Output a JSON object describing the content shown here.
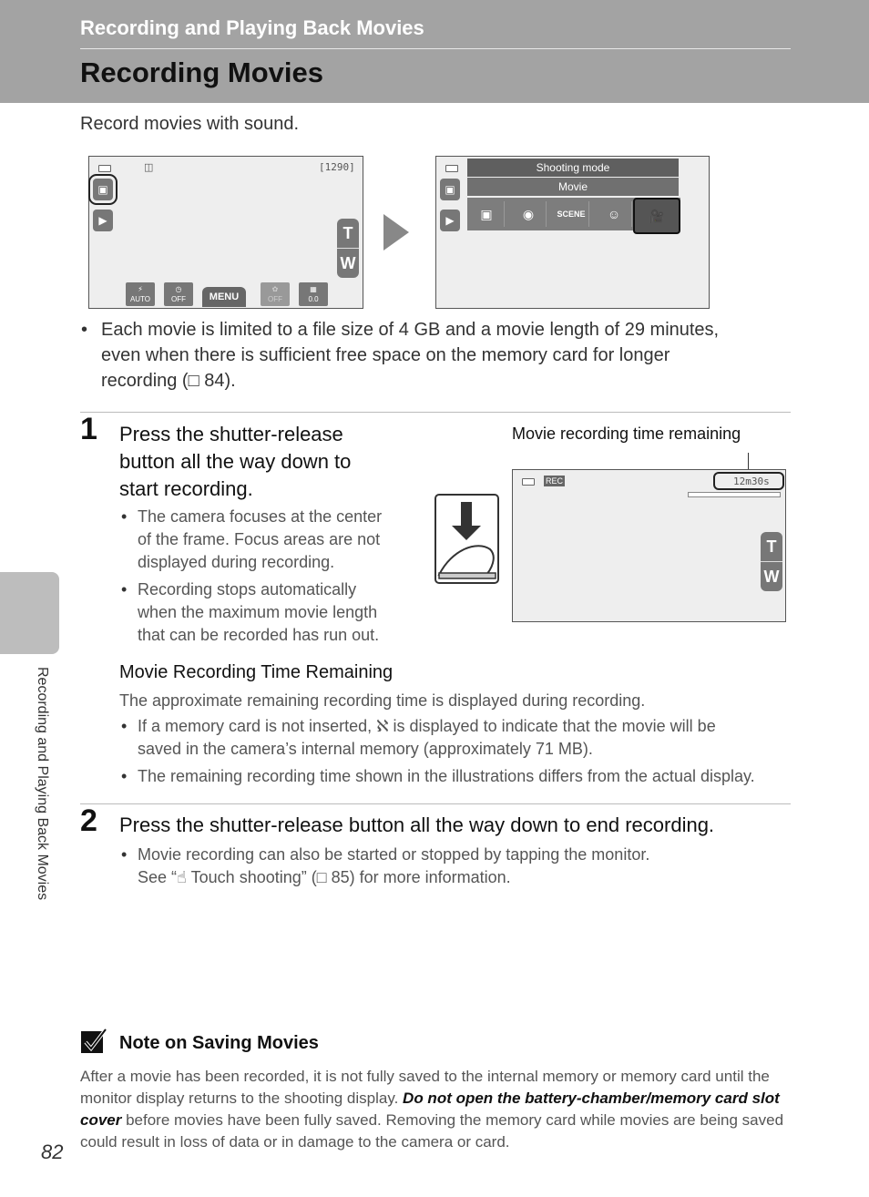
{
  "header": {
    "section_title": "Recording and Playing Back Movies",
    "page_title": "Recording Movies"
  },
  "side_label": "Recording and Playing Back Movies",
  "intro": "Record movies with sound.",
  "screen1": {
    "shots_count": "[1290]",
    "zoom_t": "T",
    "zoom_w": "W",
    "buttons": [
      "AUTO",
      "OFF",
      "MENU",
      "OFF",
      "0.0"
    ]
  },
  "screen2": {
    "mode_title": "Shooting mode",
    "mode_value": "Movie",
    "mode_scene_label": "SCENE"
  },
  "bullet1": {
    "line1": "Each movie is limited to a file size of 4 GB and a movie length of 29 minutes,",
    "line2": "even when there is sufficient free space on the memory card for longer",
    "line3": "recording (□ 84)."
  },
  "step1": {
    "number": "1",
    "line1": "Press the shutter-release",
    "line2": "button all the way down to",
    "line3": "start recording.",
    "bullets": [
      {
        "line1": "The camera focuses at the center",
        "line2": "of the frame. Focus areas are not",
        "line3": "displayed during recording."
      },
      {
        "line1": "Recording stops automatically",
        "line2": "when the maximum movie length",
        "line3": "that can be recorded has run out."
      }
    ],
    "callout_label": "Movie recording time remaining",
    "rec_label": "REC",
    "time_remaining": "12m30s"
  },
  "time_remaining_section": {
    "heading": "Movie Recording Time Remaining",
    "para": "The approximate remaining recording time is displayed during recording.",
    "bullet1_line1": "If a memory card is not inserted, ℵ is displayed to indicate that the movie will be",
    "bullet1_line2": "saved in the camera’s internal memory (approximately 71 MB).",
    "bullet2": "The remaining recording time shown in the illustrations differs from the actual display."
  },
  "step2": {
    "number": "2",
    "text": "Press the shutter-release button all the way down to end recording.",
    "bullet_line1": "Movie recording can also be started or stopped by tapping the monitor.",
    "bullet_line2": "See “☝ Touch shooting” (□ 85) for more information."
  },
  "note": {
    "heading": "Note on Saving Movies",
    "text_part1": "After a movie has been recorded, it is not fully saved to the internal memory or memory card until the monitor display returns to the shooting display. ",
    "text_bold": "Do not open the battery-chamber/memory card slot cover",
    "text_part2": " before movies have been fully saved. Removing the memory card while movies are being saved could result in loss of data or in damage to the camera or card."
  },
  "page_number": "82",
  "bullet_glyph": "•"
}
